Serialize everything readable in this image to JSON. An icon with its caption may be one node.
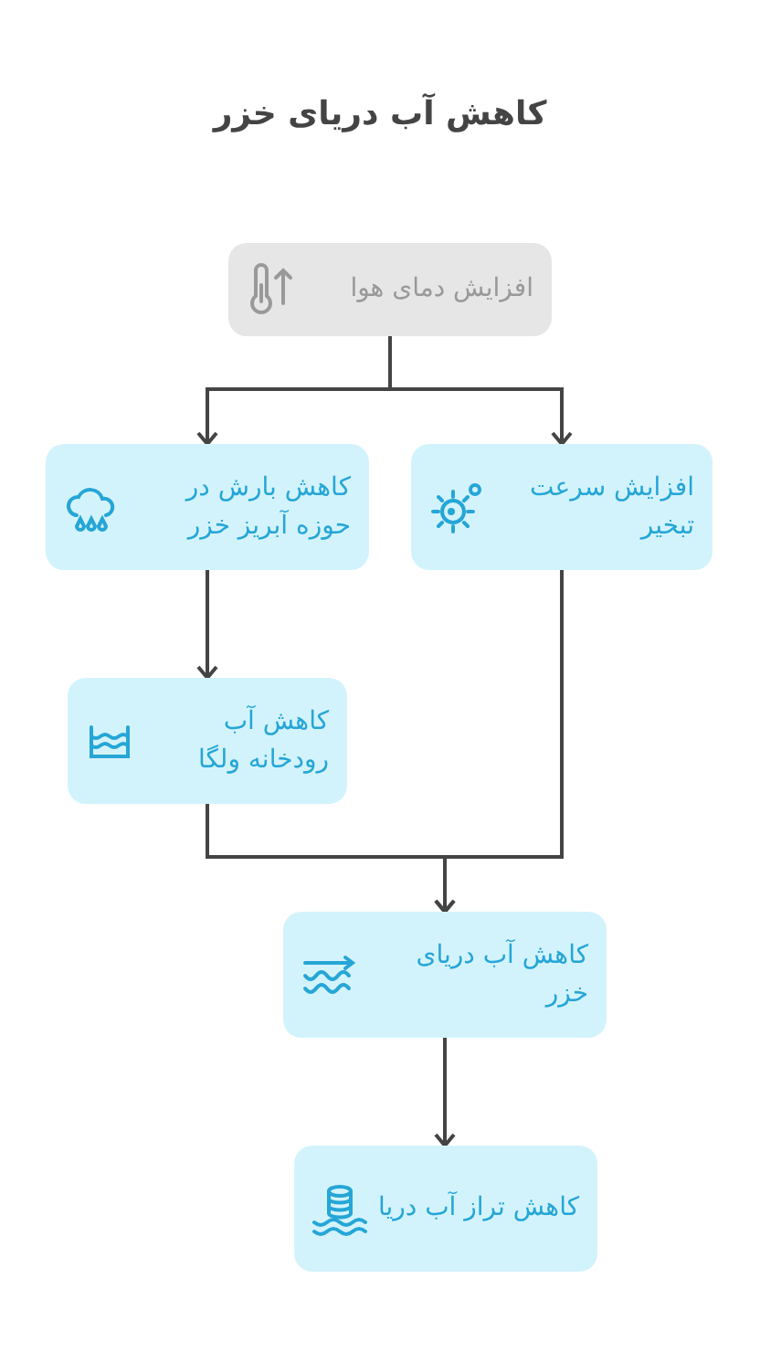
{
  "diagram": {
    "title": "کاهش آب دریای خزر",
    "nodes": [
      {
        "text": [
          "افزایش دمای هوا"
        ]
      },
      {
        "text": [
          "کاهش بارش در حوزه آبریز خزر"
        ]
      },
      {
        "text": [
          "افزایش سرعت تبخیر"
        ]
      },
      {
        "text": [
          "کاهش آب رودخانه ولگا"
        ]
      },
      {
        "text": [
          "کاهش آب دریای خزر"
        ]
      },
      {
        "text": [
          "کاهش تراز آب دریا"
        ]
      }
    ],
    "edges": [
      {
        "from": 0,
        "to": 1,
        "arrow": "to"
      },
      {
        "from": 0,
        "to": 2,
        "arrow": "to"
      },
      {
        "from": 1,
        "to": 3,
        "arrow": "to"
      },
      {
        "from": 3,
        "to": 4,
        "arrow": "to"
      },
      {
        "from": 2,
        "to": 4,
        "arrow": "to"
      },
      {
        "from": 4,
        "to": 5,
        "arrow": "to"
      }
    ]
  }
}
